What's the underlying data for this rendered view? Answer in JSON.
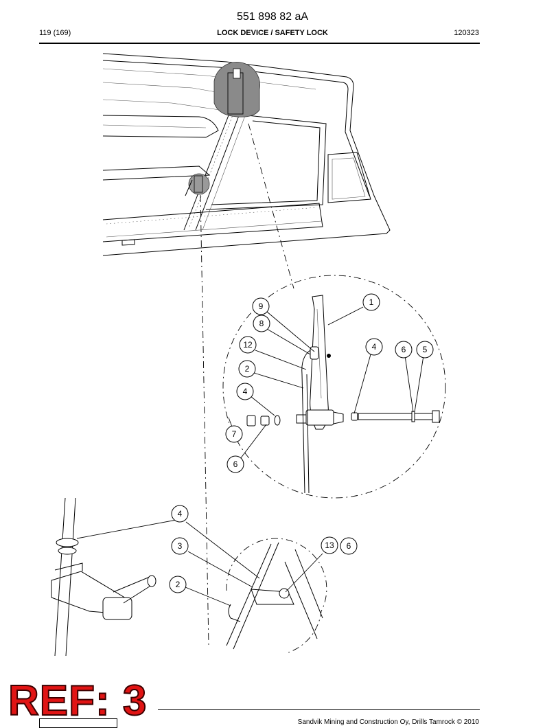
{
  "header": {
    "doc_number": "551 898 82 aA",
    "page": "119 (169)",
    "title": "LOCK DEVICE / SAFETY LOCK",
    "code": "120323"
  },
  "footer": {
    "copyright": "Sandvik Mining and Construction Oy, Drills Tamrock © 2010"
  },
  "stamp": {
    "label": "REF: 3",
    "color": "#e11414"
  },
  "callouts_detail_a": [
    "1",
    "9",
    "8",
    "12",
    "4",
    "6",
    "5",
    "2",
    "4",
    "7",
    "6"
  ],
  "callouts_detail_b": [
    "4",
    "3",
    "13",
    "6",
    "2"
  ]
}
